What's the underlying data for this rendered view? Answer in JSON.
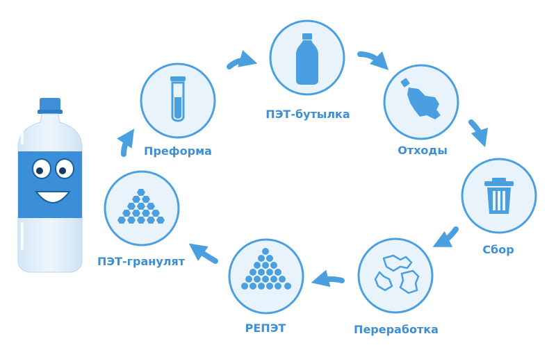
{
  "stages": [
    {
      "id": "bottle",
      "label": "ПЭТ-бутылка",
      "icon": "bottle-icon"
    },
    {
      "id": "waste",
      "label": "Отходы",
      "icon": "crushed-bottle-icon"
    },
    {
      "id": "collect",
      "label": "Сбор",
      "icon": "trash-can-icon"
    },
    {
      "id": "recycle",
      "label": "Переработка",
      "icon": "crumpled-bottles-icon"
    },
    {
      "id": "repet",
      "label": "РЕПЭТ",
      "icon": "flake-pile-icon"
    },
    {
      "id": "granulate",
      "label": "ПЭТ-гранулят",
      "icon": "granule-pile-icon"
    },
    {
      "id": "preform",
      "label": "Преформа",
      "icon": "preform-icon"
    }
  ],
  "colors": {
    "primary": "#3d8fd1",
    "icon": "#4a9fe0",
    "circle_fill": "#e9f3fb",
    "arrow": "#4a9fe0",
    "mascot_label": "#3a8fd8",
    "mascot_cap": "#3f8fd6"
  },
  "mascot": {
    "icon": "smiling-bottle-mascot"
  }
}
